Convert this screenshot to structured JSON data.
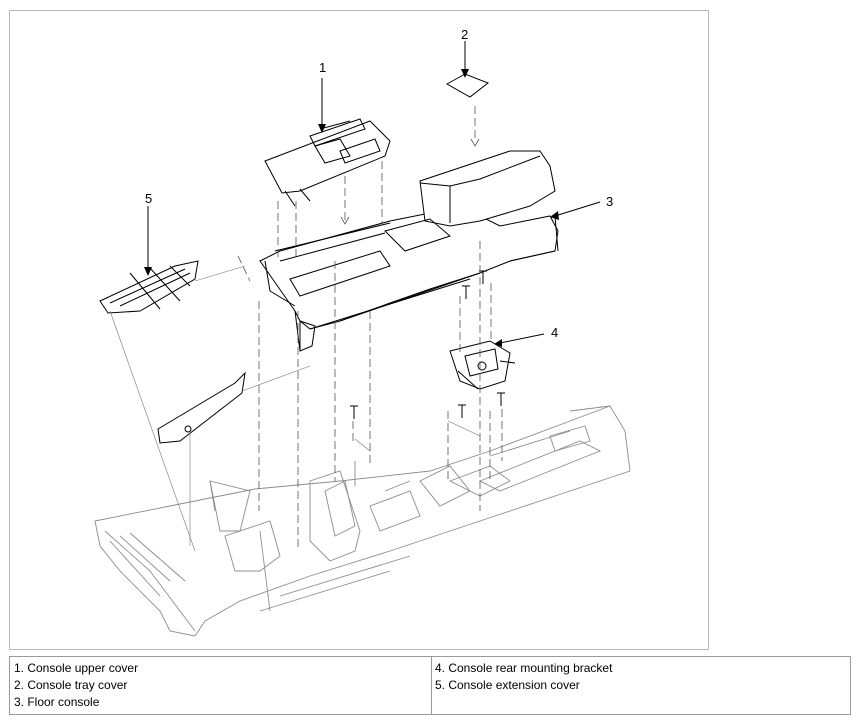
{
  "figure": {
    "callouts": [
      {
        "id": "1",
        "label": "1"
      },
      {
        "id": "2",
        "label": "2"
      },
      {
        "id": "3",
        "label": "3"
      },
      {
        "id": "4",
        "label": "4"
      },
      {
        "id": "5",
        "label": "5"
      }
    ]
  },
  "legend": {
    "left_items": [
      "1. Console upper cover",
      "2. Console tray cover",
      "3. Floor console"
    ],
    "right_items": [
      "4. Console rear mounting bracket",
      "5. Console extension cover"
    ]
  }
}
